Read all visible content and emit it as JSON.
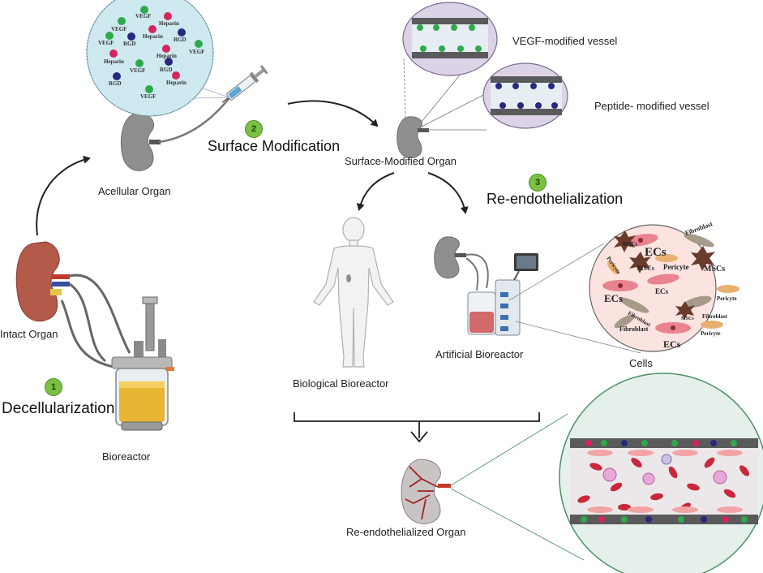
{
  "steps": {
    "decellularization": {
      "number": "1",
      "label": "Decellularization"
    },
    "surface_modification": {
      "number": "2",
      "label": "Surface Modification"
    },
    "re_endothelialization": {
      "number": "3",
      "label": "Re-endothelialization"
    }
  },
  "labels": {
    "intact_organ": "Intact Organ",
    "bioreactor": "Bioreactor",
    "acellular_organ": "Acellular Organ",
    "surface_modified_organ": "Surface-Modified Organ",
    "vegf_vessel": "VEGF-modified vessel",
    "peptide_vessel": "Peptide- modified vessel",
    "biological_bioreactor": "Biological Bioreactor",
    "artificial_bioreactor": "Artificial Bioreactor",
    "cells": "Cells",
    "re_endothelialized_organ": "Re-endothelialized Organ"
  },
  "molecule_labels": {
    "vegf": "VEGF",
    "heparin": "Heparin",
    "rgd": "RGD"
  },
  "cell_labels": {
    "ecs": "ECs",
    "mscs": "MSCs",
    "fibroblast": "Fibroblast",
    "pericyte": "Pericyte"
  },
  "colors": {
    "vegf_green": "#2eaa4a",
    "heparin_pink": "#d6245e",
    "rgd_blue": "#27287e",
    "kidney_gray": "#8f8f8f",
    "kidney_red": "#b45a4a",
    "step_green": "#7ac143",
    "magnify_fill": "#cfe9f0",
    "vessel_fill": "#dcd3e6",
    "cells_fill": "#fbe3df",
    "lumen_fill": "#e6f0ea"
  }
}
